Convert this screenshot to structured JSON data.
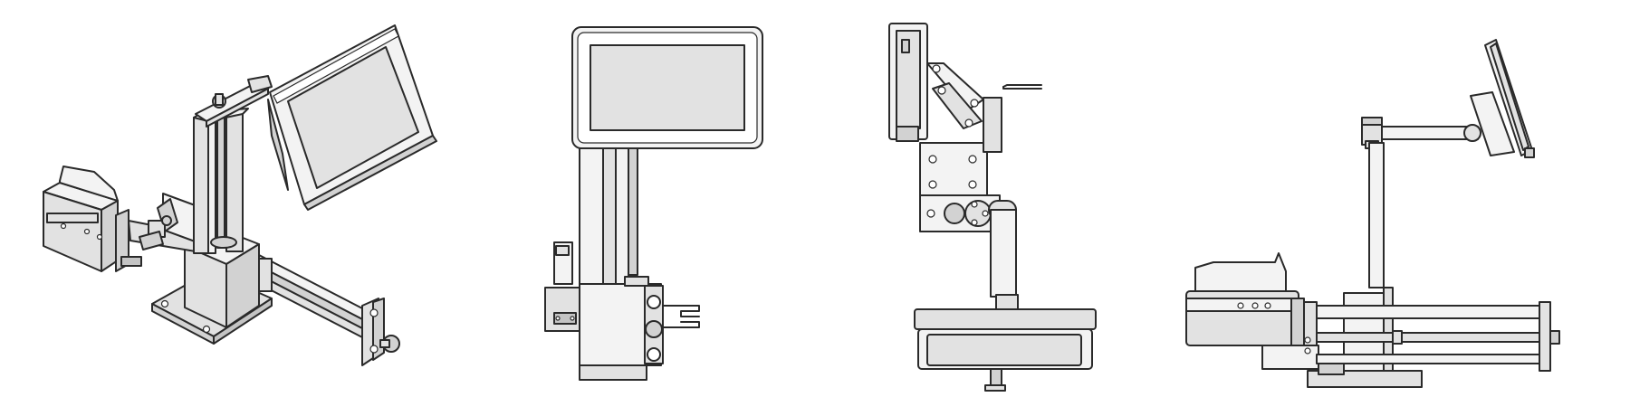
{
  "figure": {
    "panels": [
      {
        "id": "isometric",
        "icon": "isometric-view-icon"
      },
      {
        "id": "front",
        "icon": "front-view-icon"
      },
      {
        "id": "top",
        "icon": "top-view-icon"
      },
      {
        "id": "side",
        "icon": "side-view-icon"
      }
    ],
    "colors": {
      "line": "#2a2a2a",
      "screen": "#e2e2e2",
      "body": "#f3f3f3",
      "background": "#ffffff"
    }
  }
}
